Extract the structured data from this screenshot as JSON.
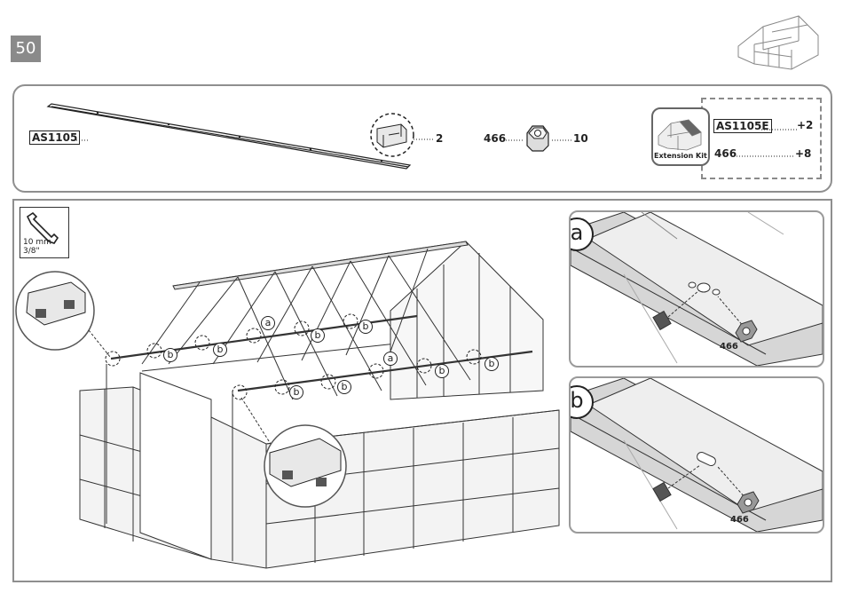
{
  "step": {
    "number": "50"
  },
  "parts": {
    "rail_code": "AS1105",
    "rail_qty": "2",
    "nut_code": "466",
    "nut_qty": "10",
    "extension_kit_label": "Extension Kit",
    "ext_rail_code": "AS1105E",
    "ext_rail_qty": "+2",
    "ext_nut_code": "466",
    "ext_nut_qty": "+8"
  },
  "tool": {
    "size_mm": "10 mm",
    "size_in": "3/8\""
  },
  "callouts": {
    "a": "a",
    "b": "b"
  },
  "details": {
    "a": {
      "label": "a",
      "part": "466"
    },
    "b": {
      "label": "b",
      "part": "466"
    }
  },
  "colors": {
    "frame_gray": "#8f8f8f",
    "line": "#222222",
    "step_bg": "#8a8a8a"
  }
}
